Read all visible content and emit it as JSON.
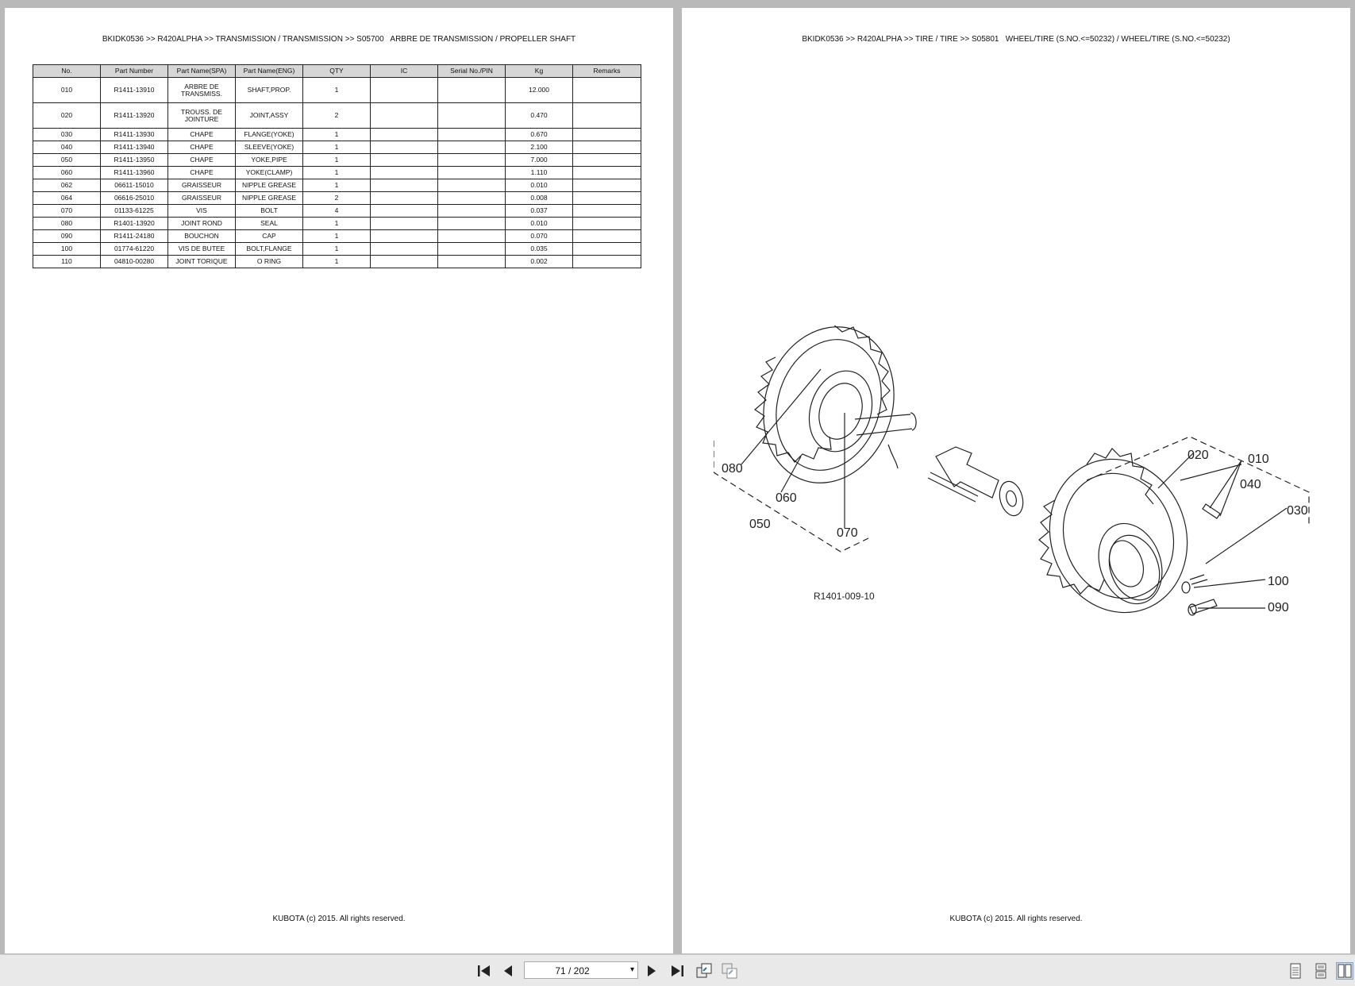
{
  "left_page": {
    "breadcrumb": "BKIDK0536 >> R420ALPHA >> TRANSMISSION / TRANSMISSION >> S05700   ARBRE DE TRANSMISSION / PROPELLER SHAFT",
    "columns": [
      "No.",
      "Part Number",
      "Part Name(SPA)",
      "Part Name(ENG)",
      "QTY",
      "IC",
      "Serial No./PIN",
      "Kg",
      "Remarks"
    ],
    "rows": [
      {
        "no": "010",
        "part": "R1411-13910",
        "spa": "ARBRE DE TRANSMISS.",
        "eng": "SHAFT,PROP.",
        "qty": "1",
        "ic": "",
        "serial": "",
        "kg": "12.000",
        "remarks": ""
      },
      {
        "no": "020",
        "part": "R1411-13920",
        "spa": "TROUSS. DE JOINTURE",
        "eng": "JOINT,ASSY",
        "qty": "2",
        "ic": "",
        "serial": "",
        "kg": "0.470",
        "remarks": ""
      },
      {
        "no": "030",
        "part": "R1411-13930",
        "spa": "CHAPE",
        "eng": "FLANGE(YOKE)",
        "qty": "1",
        "ic": "",
        "serial": "",
        "kg": "0.670",
        "remarks": ""
      },
      {
        "no": "040",
        "part": "R1411-13940",
        "spa": "CHAPE",
        "eng": "SLEEVE(YOKE)",
        "qty": "1",
        "ic": "",
        "serial": "",
        "kg": "2.100",
        "remarks": ""
      },
      {
        "no": "050",
        "part": "R1411-13950",
        "spa": "CHAPE",
        "eng": "YOKE,PIPE",
        "qty": "1",
        "ic": "",
        "serial": "",
        "kg": "7.000",
        "remarks": ""
      },
      {
        "no": "060",
        "part": "R1411-13960",
        "spa": "CHAPE",
        "eng": "YOKE(CLAMP)",
        "qty": "1",
        "ic": "",
        "serial": "",
        "kg": "1.110",
        "remarks": ""
      },
      {
        "no": "062",
        "part": "06611-15010",
        "spa": "GRAISSEUR",
        "eng": "NIPPLE GREASE",
        "qty": "1",
        "ic": "",
        "serial": "",
        "kg": "0.010",
        "remarks": ""
      },
      {
        "no": "064",
        "part": "06616-25010",
        "spa": "GRAISSEUR",
        "eng": "NIPPLE GREASE",
        "qty": "2",
        "ic": "",
        "serial": "",
        "kg": "0.008",
        "remarks": ""
      },
      {
        "no": "070",
        "part": "01133-61225",
        "spa": "VIS",
        "eng": "BOLT",
        "qty": "4",
        "ic": "",
        "serial": "",
        "kg": "0.037",
        "remarks": ""
      },
      {
        "no": "080",
        "part": "R1401-13920",
        "spa": "JOINT ROND",
        "eng": "SEAL",
        "qty": "1",
        "ic": "",
        "serial": "",
        "kg": "0.010",
        "remarks": ""
      },
      {
        "no": "090",
        "part": "R1411-24180",
        "spa": "BOUCHON",
        "eng": "CAP",
        "qty": "1",
        "ic": "",
        "serial": "",
        "kg": "0.070",
        "remarks": ""
      },
      {
        "no": "100",
        "part": "01774-61220",
        "spa": "VIS DE BUTEE",
        "eng": "BOLT,FLANGE",
        "qty": "1",
        "ic": "",
        "serial": "",
        "kg": "0.035",
        "remarks": ""
      },
      {
        "no": "110",
        "part": "04810-00280",
        "spa": "JOINT TORIQUE",
        "eng": "O RING",
        "qty": "1",
        "ic": "",
        "serial": "",
        "kg": "0.002",
        "remarks": ""
      }
    ],
    "footer": "KUBOTA (c) 2015. All rights reserved."
  },
  "right_page": {
    "breadcrumb": "BKIDK0536 >> R420ALPHA >> TIRE / TIRE >> S05801   WHEEL/TIRE (S.NO.<=50232) / WHEEL/TIRE (S.NO.<=50232)",
    "diagram": {
      "callouts": [
        "080",
        "060",
        "050",
        "070",
        "020",
        "010",
        "040",
        "030",
        "100",
        "090"
      ],
      "drawing_number": "R1401-009-10"
    },
    "footer": "KUBOTA (c) 2015. All rights reserved."
  },
  "toolbar": {
    "page_indicator": "71 / 202",
    "icons": [
      "first-page-icon",
      "previous-page-icon",
      "next-page-icon",
      "last-page-icon",
      "fit-page-icon",
      "fit-width-icon",
      "single-page-icon",
      "continuous-page-icon",
      "two-page-icon"
    ]
  }
}
